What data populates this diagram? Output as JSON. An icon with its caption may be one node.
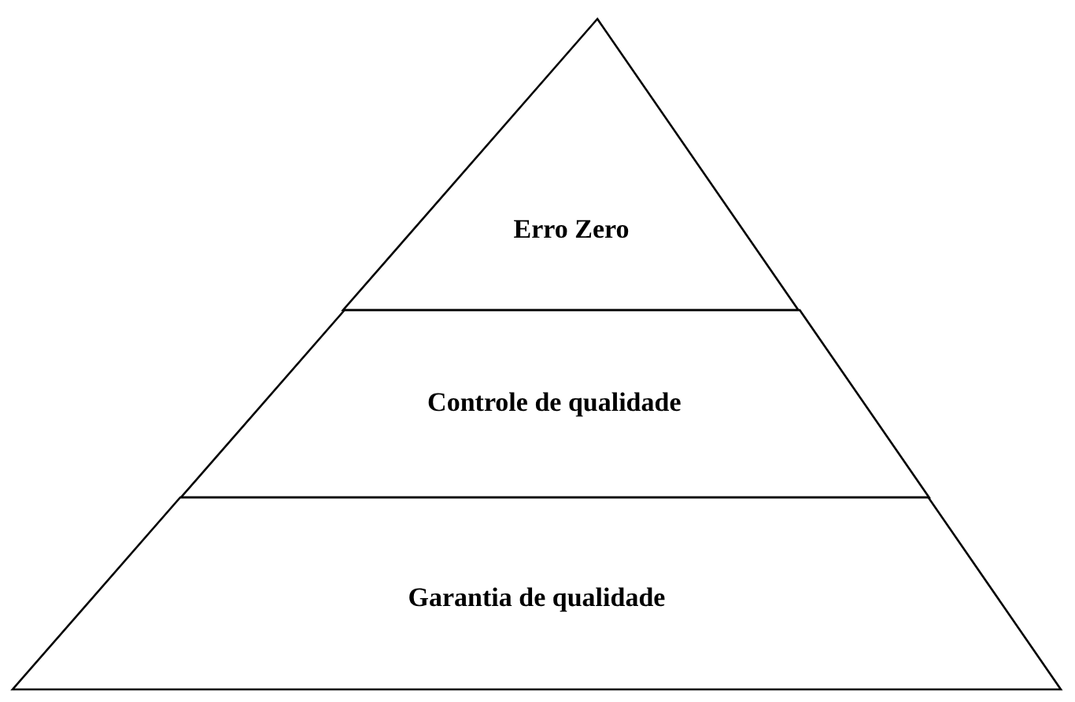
{
  "diagram": {
    "nodes": [
      {
        "text": [
          "Erro Zero"
        ]
      },
      {
        "text": [
          "Controle de qualidade"
        ]
      },
      {
        "text": [
          "Garantia de qualidade"
        ]
      }
    ]
  }
}
